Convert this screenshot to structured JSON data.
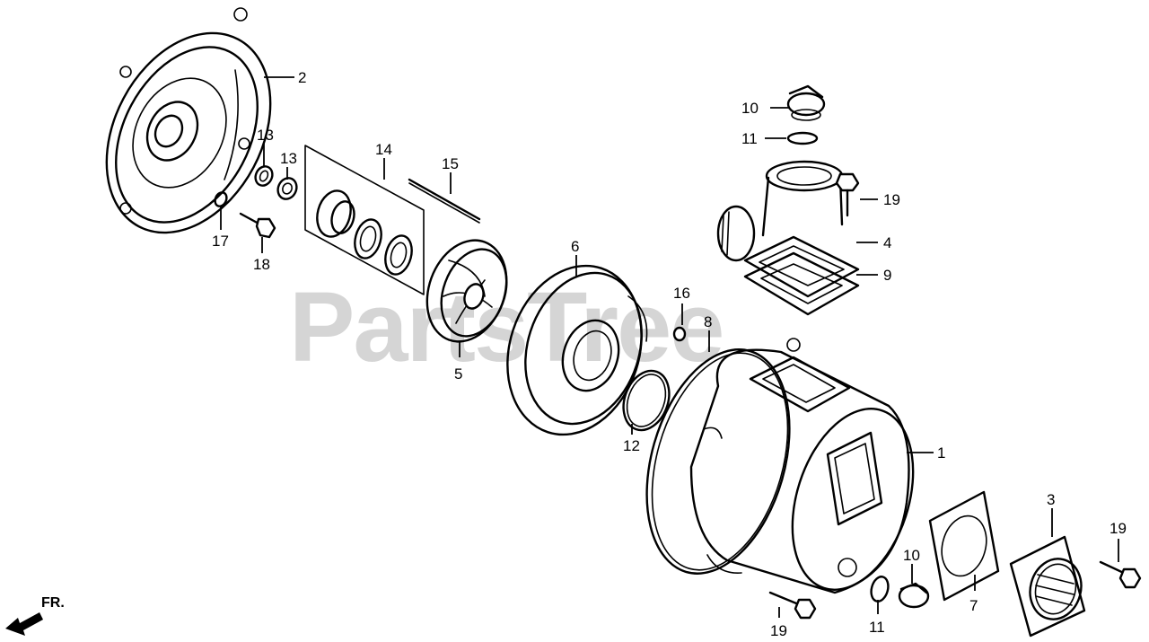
{
  "watermark": "PartsTree",
  "direction_label": "FR.",
  "callouts": {
    "c1": "1",
    "c2": "2",
    "c3": "3",
    "c4": "4",
    "c5": "5",
    "c6": "6",
    "c7": "7",
    "c8": "8",
    "c9": "9",
    "c10a": "10",
    "c10b": "10",
    "c11a": "11",
    "c11b": "11",
    "c12": "12",
    "c13a": "13",
    "c13b": "13",
    "c14": "14",
    "c15": "15",
    "c16": "16",
    "c17": "17",
    "c18": "18",
    "c19a": "19",
    "c19b": "19",
    "c19c": "19"
  }
}
